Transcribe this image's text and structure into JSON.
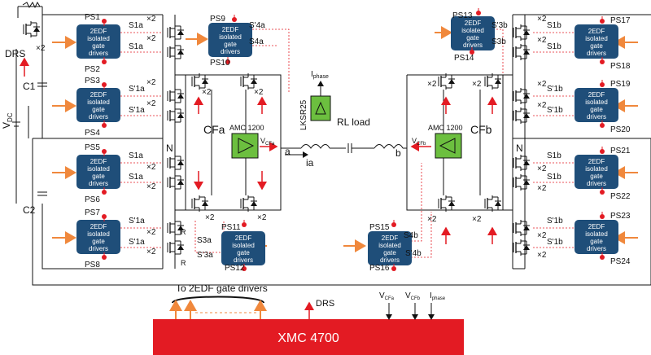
{
  "colors": {
    "gate_driver_box": "#1f4e79",
    "amc_box": "#6cbf3f",
    "arrow": "#f0883c",
    "controller": "#e31b23",
    "signal": "#e31b23",
    "wire": "#111111"
  },
  "gate_driver_text": [
    "2EDF",
    "isolated",
    "gate",
    "drivers"
  ],
  "left": {
    "drs": "DRS",
    "x2": "×2",
    "c1": "C1",
    "c2": "C2",
    "vdc": "V",
    "vdc_sub": "DC",
    "n": "N",
    "ps": [
      "PS1",
      "PS2",
      "PS3",
      "PS4",
      "PS5",
      "PS6",
      "PS7",
      "PS8"
    ],
    "gate_sigs": [
      "S1a",
      "S1a",
      "S'1a",
      "S'1a",
      "S1a",
      "S1a",
      "S'1a",
      "S'1a"
    ]
  },
  "cfa": {
    "ps_top": [
      "PS9",
      "PS10"
    ],
    "sig_top": [
      "S'4a",
      "S4a"
    ],
    "ps_bot": [
      "PS11",
      "PS12"
    ],
    "sig_bot": [
      "S3a",
      "S'3a"
    ],
    "name": "CFa",
    "amc": "AMC 1200",
    "v": "V",
    "v_sub": "CFa",
    "r": "R"
  },
  "center": {
    "a": "a",
    "ia": "ia",
    "b": "b",
    "lksr": "LKSR25",
    "iphase": "I",
    "iphase_sub": "phase",
    "rl": "RL load"
  },
  "cfb": {
    "ps_top": [
      "PS13",
      "PS14"
    ],
    "sig_top": [
      "S'3b",
      "S3b"
    ],
    "ps_bot": [
      "PS15",
      "PS16"
    ],
    "sig_bot": [
      "S4b",
      "S'4b"
    ],
    "name": "CFb",
    "amc": "AMC 1200",
    "v": "V",
    "v_sub": "CFb"
  },
  "right": {
    "n": "N",
    "ps": [
      "PS17",
      "PS18",
      "PS19",
      "PS20",
      "PS21",
      "PS22",
      "PS23",
      "PS24"
    ],
    "gate_sigs": [
      "S1b",
      "S1b",
      "S'1b",
      "S'1b",
      "S1b",
      "S1b",
      "S'1b",
      "S'1b"
    ]
  },
  "controller": {
    "name": "XMC 4700",
    "gate_drivers": "To 2EDF gate drivers",
    "drs": "DRS",
    "vcfa": "V",
    "vcfa_sub": "CFa",
    "vcfb": "V",
    "vcfb_sub": "CFb",
    "iph": "I",
    "iph_sub": "phase"
  }
}
